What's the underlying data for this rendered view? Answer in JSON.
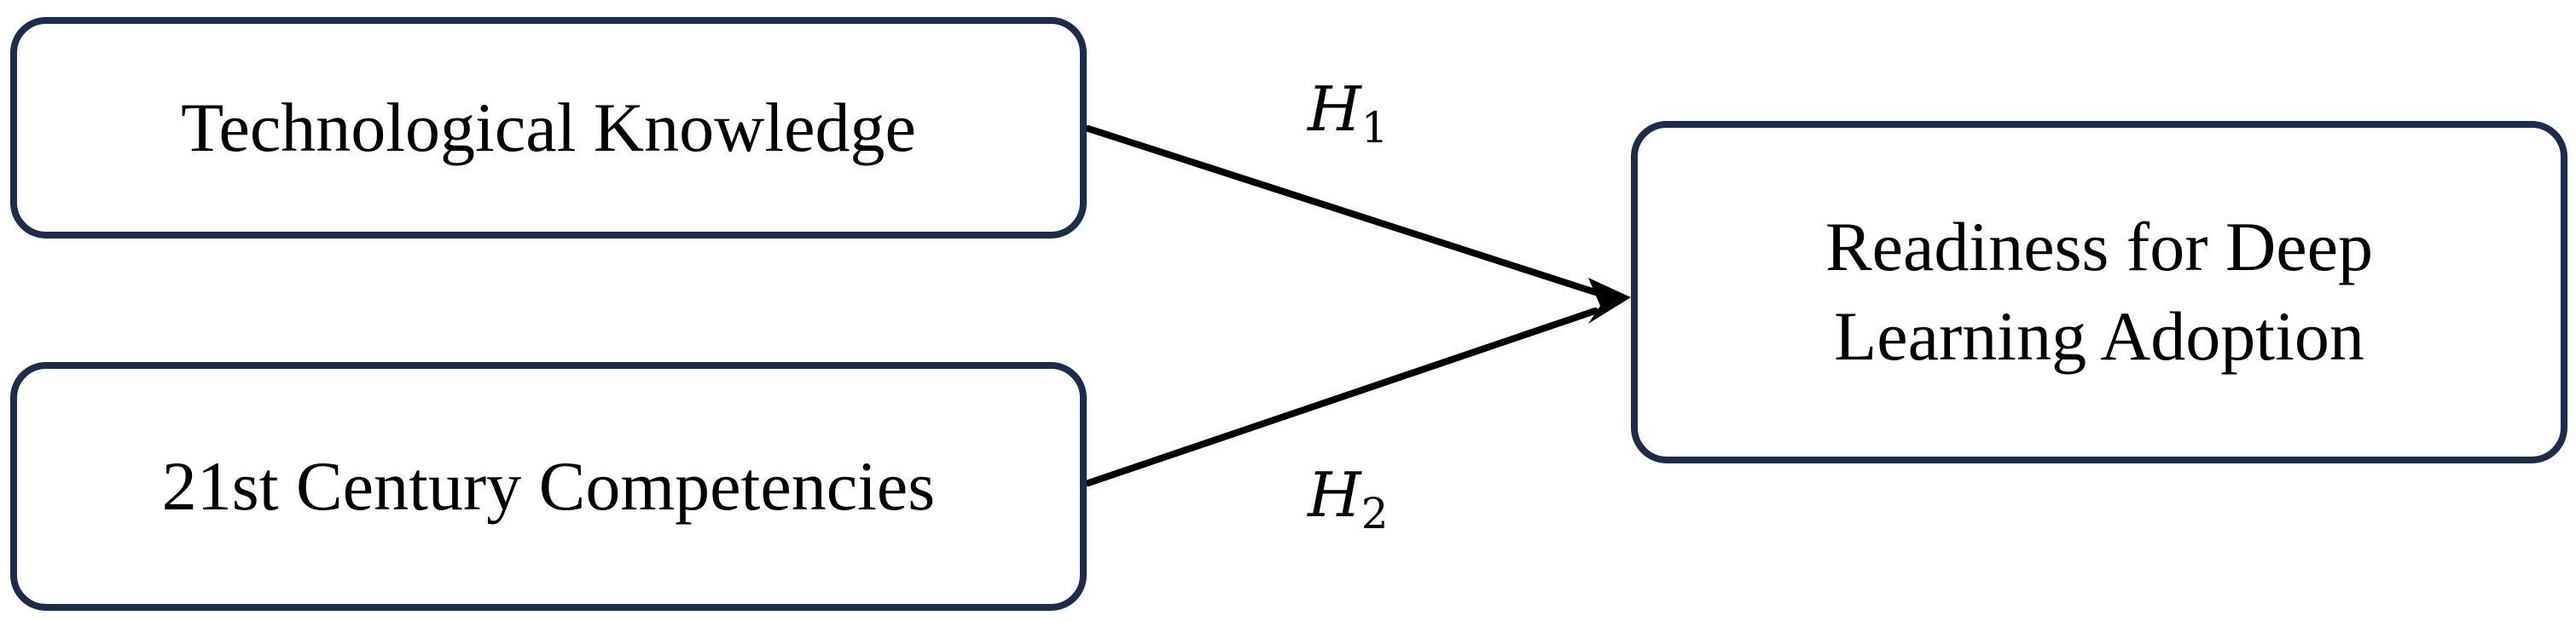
{
  "nodes": {
    "technological_knowledge": {
      "label": "Technological Knowledge"
    },
    "competencies": {
      "label": "21st Century Competencies"
    },
    "readiness": {
      "line1": "Readiness for Deep",
      "line2": "Learning Adoption"
    }
  },
  "hypotheses": {
    "h1": {
      "symbol": "H",
      "subscript": "1"
    },
    "h2": {
      "symbol": "H",
      "subscript": "2"
    }
  },
  "colors": {
    "box_border": "#1b2c4c",
    "arrow": "#000000",
    "background": "#ffffff"
  }
}
